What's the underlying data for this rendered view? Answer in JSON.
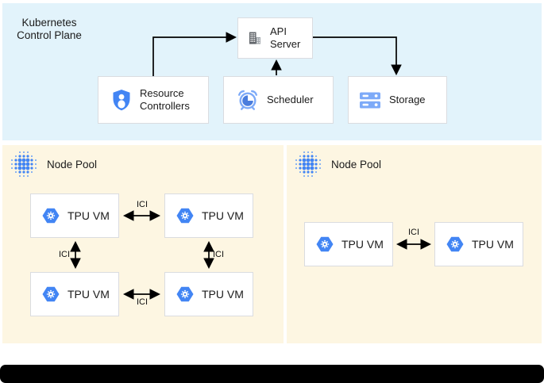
{
  "diagram": {
    "control_plane": {
      "title": "Kubernetes Control Plane",
      "api_server": "API Server",
      "resource_controllers": "Resource Controllers",
      "scheduler": "Scheduler",
      "storage": "Storage"
    },
    "left_pool": {
      "label": "Node Pool",
      "vm1": "TPU VM",
      "vm2": "TPU VM",
      "vm3": "TPU VM",
      "vm4": "TPU VM",
      "ici_top": "ICI",
      "ici_bottom": "ICI",
      "ici_left": "ICI",
      "ici_right": "ICI"
    },
    "right_pool": {
      "label": "Node Pool",
      "vm1": "TPU VM",
      "vm2": "TPU VM",
      "ici": "ICI"
    },
    "colors": {
      "control_plane_bg": "#e2f3fb",
      "node_pool_bg": "#fdf6e2",
      "google_blue": "#4285f4",
      "light_blue": "#7daaf8",
      "box_border": "#dadce0",
      "arrow": "#000000",
      "bottom_bar": "#000000"
    }
  }
}
